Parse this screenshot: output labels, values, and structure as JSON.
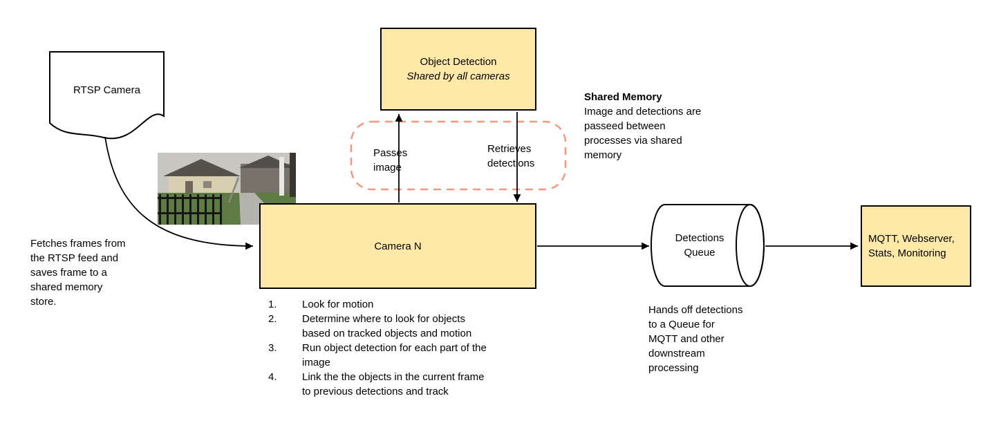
{
  "diagram": {
    "rtsp_camera": {
      "label": "RTSP Camera"
    },
    "fetch_note": "Fetches frames from\nthe RTSP feed and\nsaves frame to a\nshared memory\nstore.",
    "object_detection": {
      "title": "Object Detection",
      "subtitle": "Shared by all cameras"
    },
    "shared_memory_flow": {
      "passes_image_label": "Passes\nimage",
      "retrieves_detections_label": "Retrieves\ndetections"
    },
    "shared_memory_note": {
      "title": "Shared Memory",
      "body": "Image and detections are\npasseed between\nprocesses via shared\nmemory"
    },
    "camera_n": {
      "label": "Camera N"
    },
    "steps": [
      {
        "num": "1.",
        "text": "Look for motion"
      },
      {
        "num": "2.",
        "text": "Determine where to look for objects\nbased on tracked objects and motion"
      },
      {
        "num": "3.",
        "text": "Run object detection for each part of the\nimage"
      },
      {
        "num": "4.",
        "text": "Link the the objects in the current frame\nto previous detections and track"
      }
    ],
    "detections_queue": {
      "label": "Detections\nQueue"
    },
    "queue_note": "Hands off detections\nto a Queue for\nMQTT and other\ndownstream\nprocessing",
    "outputs": {
      "label": "MQTT, Webserver,\nStats, Monitoring"
    },
    "colors": {
      "node_fill": "#ffe9a8",
      "node_border": "#000000",
      "shared_memory_dash": "#f0997f",
      "arrow": "#000000"
    }
  }
}
